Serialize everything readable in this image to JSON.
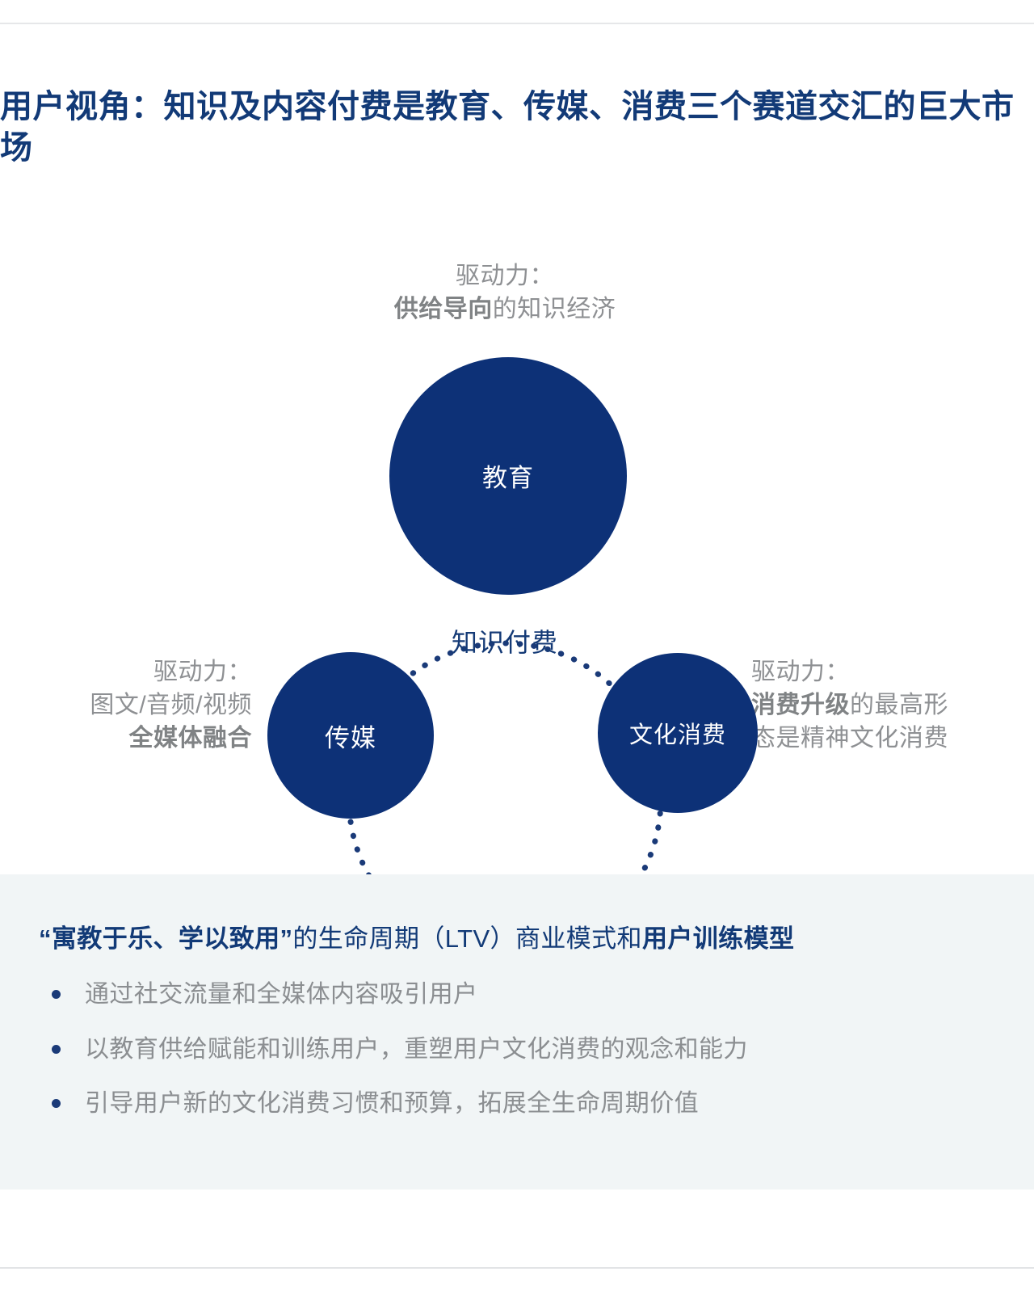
{
  "slide": {
    "title": "用户视角：知识及内容付费是教育、传媒、消费三个赛道交汇的巨大市场"
  },
  "colors": {
    "brand_navy": "#0d3177",
    "title_navy": "#123a77",
    "body_gray": "#8b8e91",
    "panel_bg": "#f1f5f6",
    "rule_gray": "#e6e7e9"
  },
  "diagram": {
    "center_label": "知识付费",
    "nodes": {
      "education": "教育",
      "media": "传媒",
      "culture": "文化消费"
    },
    "drivers": {
      "top": {
        "label": "驱动力：",
        "emphasis": "供给导向",
        "rest": "的知识经济"
      },
      "left": {
        "label": "驱动力：",
        "line2": "图文/音频/视频",
        "emphasis": "全媒体融合"
      },
      "right": {
        "label": "驱动力：",
        "emphasis": "消费升级",
        "rest": "的最高形",
        "line3": "态是精神文化消费"
      }
    }
  },
  "panel": {
    "heading": {
      "part1": "“寓教于乐、学以致用”",
      "part2": "的生命周期（LTV）商业模式和",
      "part3": "用户训练模型"
    },
    "bullets": [
      "通过社交流量和全媒体内容吸引用户",
      "以教育供给赋能和训练用户，重塑用户文化消费的观念和能力",
      "引导用户新的文化消费习惯和预算，拓展全生命周期价值"
    ]
  }
}
